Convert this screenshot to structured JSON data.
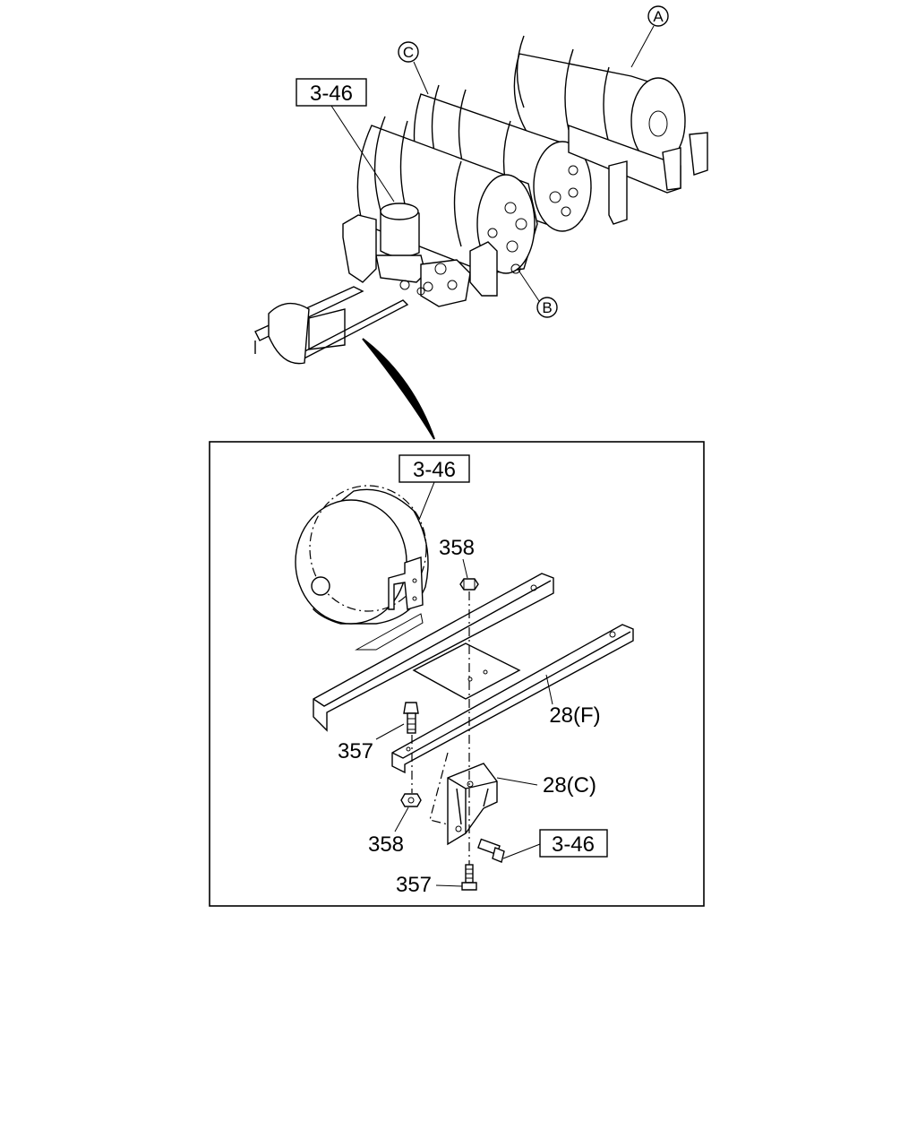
{
  "callouts": {
    "top_ref": "3-46",
    "circle_a": "A",
    "circle_b": "B",
    "circle_c": "C",
    "detail_ref_tank": "3-46",
    "nut_top": "358",
    "bolt_left": "357",
    "nut_bottom": "358",
    "bolt_bottom": "357",
    "frame_f": "28(F)",
    "bracket_c": "28(C)",
    "detail_ref_bolt": "3-46"
  }
}
